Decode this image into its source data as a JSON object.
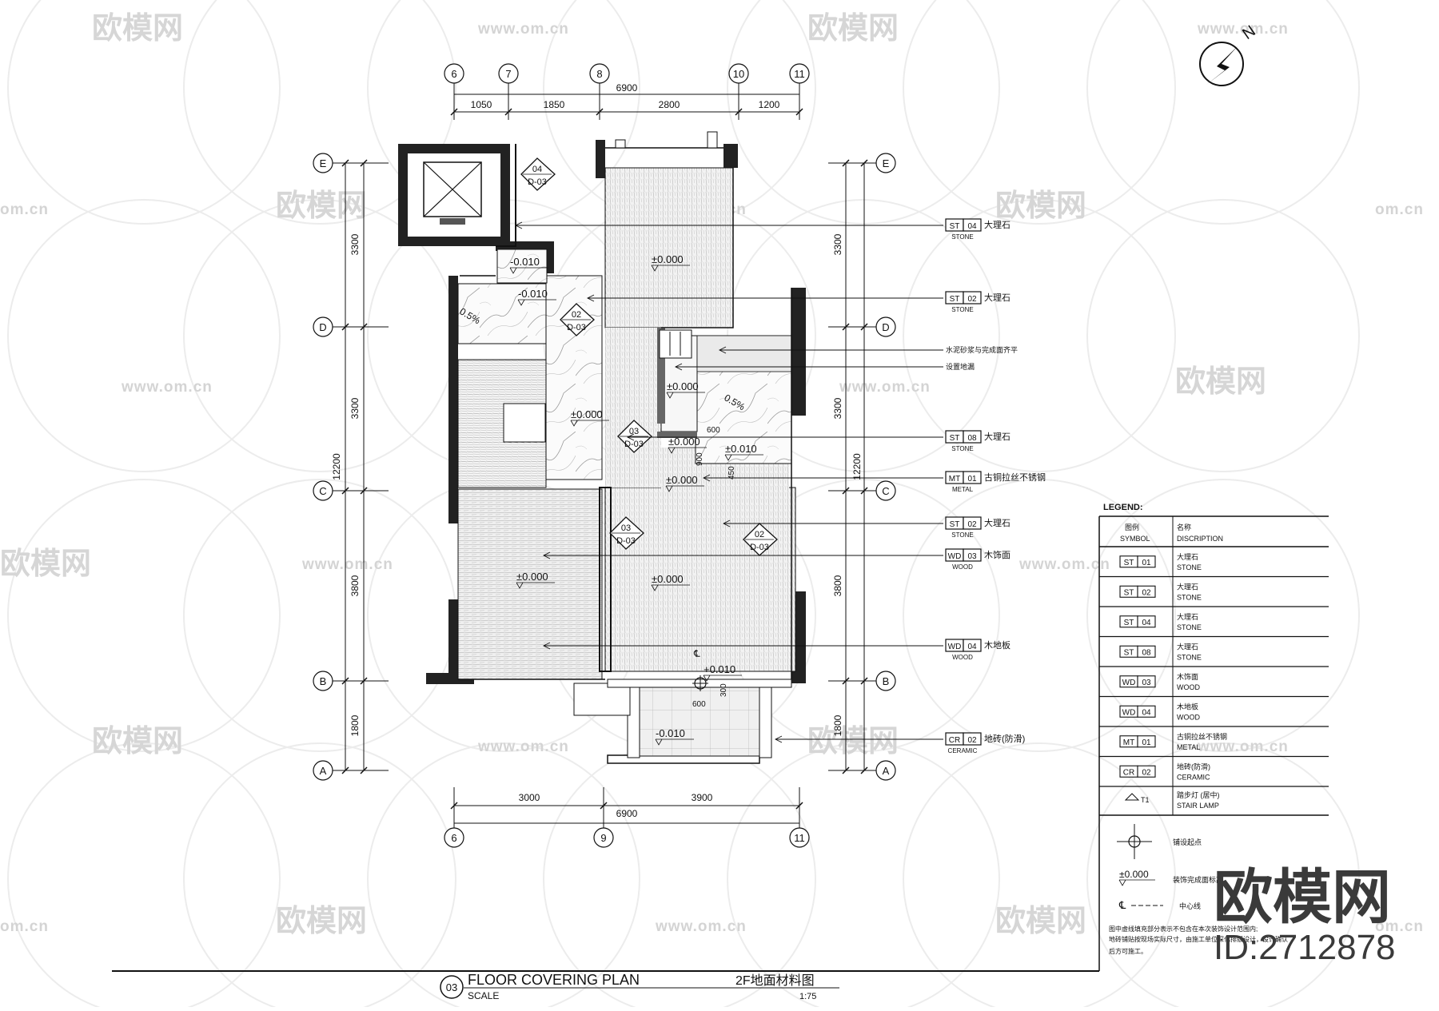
{
  "watermark": {
    "brand": "欧模网",
    "url": "www.om.cn",
    "url_short": "om.cn",
    "id": "ID:2712878"
  },
  "north": {
    "label": "N"
  },
  "grid": {
    "top_cols": [
      "6",
      "7",
      "8",
      "10",
      "11"
    ],
    "bottom_cols": [
      "6",
      "9",
      "11"
    ],
    "rows": [
      "E",
      "D",
      "C",
      "B",
      "A"
    ]
  },
  "dims": {
    "top_segments": [
      "1050",
      "1850",
      "2800",
      "1200"
    ],
    "top_total": "6900",
    "bottom_segments": [
      "3000",
      "3900"
    ],
    "bottom_total": "6900",
    "left_segments": [
      "3300",
      "3300",
      "3800",
      "1800"
    ],
    "left_total": "12200",
    "right_segments": [
      "3300",
      "3300",
      "3800",
      "1800"
    ],
    "right_total": "12200",
    "stair_600": "600",
    "stair_900": "900",
    "stair_450": "450",
    "bal_600": "600",
    "bal_300": "300"
  },
  "levels": [
    "±0.000",
    "-0.010",
    "-0.010",
    "±0.000",
    "±0.000",
    "±0.000",
    "±0.000",
    "±0.000",
    "±0.000",
    "±0.010",
    "+0.010",
    "-0.010"
  ],
  "slopes": [
    "0.5%",
    "0.5%"
  ],
  "sections": [
    {
      "num": "04",
      "ref": "D-03"
    },
    {
      "num": "02",
      "ref": "D-03"
    },
    {
      "num": "03",
      "ref": "D-03"
    },
    {
      "num": "03",
      "ref": "D-03"
    },
    {
      "num": "02",
      "ref": "D-03"
    }
  ],
  "callouts": [
    {
      "code": "ST",
      "num": "04",
      "cn": "大理石",
      "en": "STONE"
    },
    {
      "code": "ST",
      "num": "02",
      "cn": "大理石",
      "en": "STONE"
    },
    {
      "code": "",
      "num": "",
      "cn": "水泥砂浆与完成面齐平",
      "en": ""
    },
    {
      "code": "",
      "num": "",
      "cn": "设置地漏",
      "en": ""
    },
    {
      "code": "ST",
      "num": "08",
      "cn": "大理石",
      "en": "STONE"
    },
    {
      "code": "MT",
      "num": "01",
      "cn": "古铜拉丝不锈钢",
      "en": "METAL"
    },
    {
      "code": "ST",
      "num": "02",
      "cn": "大理石",
      "en": "STONE"
    },
    {
      "code": "WD",
      "num": "03",
      "cn": "木饰面",
      "en": "WOOD"
    },
    {
      "code": "WD",
      "num": "04",
      "cn": "木地板",
      "en": "WOOD"
    },
    {
      "code": "CR",
      "num": "02",
      "cn": "地砖(防滑)",
      "en": "CERAMIC"
    }
  ],
  "legend": {
    "title": "LEGEND:",
    "col1_cn": "图例",
    "col1_en": "SYMBOL",
    "col2_cn": "名称",
    "col2_en": "DISCRIPTION",
    "rows": [
      {
        "code": "ST",
        "num": "01",
        "cn": "大理石",
        "en": "STONE"
      },
      {
        "code": "ST",
        "num": "02",
        "cn": "大理石",
        "en": "STONE"
      },
      {
        "code": "ST",
        "num": "04",
        "cn": "大理石",
        "en": "STONE"
      },
      {
        "code": "ST",
        "num": "08",
        "cn": "大理石",
        "en": "STONE"
      },
      {
        "code": "WD",
        "num": "03",
        "cn": "木饰面",
        "en": "WOOD"
      },
      {
        "code": "WD",
        "num": "04",
        "cn": "木地板",
        "en": "WOOD"
      },
      {
        "code": "MT",
        "num": "01",
        "cn": "古铜拉丝不锈钢",
        "en": "METAL"
      },
      {
        "code": "CR",
        "num": "02",
        "cn": "地砖(防滑)",
        "en": "CERAMIC"
      }
    ],
    "lamp_code": "T1",
    "lamp_cn": "踏步灯 (居中)",
    "lamp_en": "STAIR LAMP",
    "sym_start": "铺设起点",
    "sym_level_val": "±0.000",
    "sym_level": "装饰完成面标高",
    "sym_center": "中心线",
    "note1": "图中虚线填充部分表示不包含在本次装饰设计范围内;",
    "note2": "地砖铺贴按现场实际尺寸，由施工单位深化排版设计，设计确认",
    "note3": "后方可施工。"
  },
  "title_block": {
    "num": "03",
    "en": "FLOOR COVERING PLAN",
    "cn": "2F地面材料图",
    "scale_label": "SCALE",
    "scale": "1:75"
  }
}
